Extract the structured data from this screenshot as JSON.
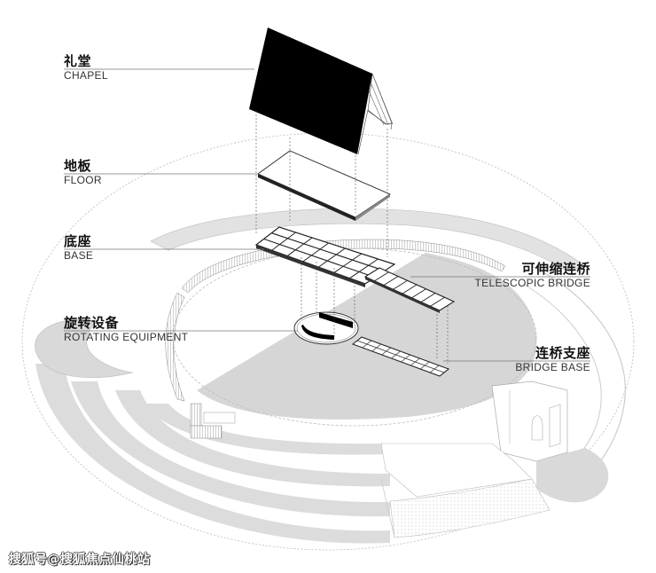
{
  "diagram": {
    "type": "exploded-axonometric",
    "subject": "rotating chapel on circular stage structure",
    "colors": {
      "roof": "#000000",
      "ground_fill": "#d9d9d9",
      "linework": "#444444",
      "leader_line": "#777777"
    },
    "labels": [
      {
        "id": "chapel",
        "zh": "礼堂",
        "en": "CHAPEL",
        "side": "left"
      },
      {
        "id": "floor",
        "zh": "地板",
        "en": "FLOOR",
        "side": "left"
      },
      {
        "id": "base",
        "zh": "底座",
        "en": "BASE",
        "side": "left"
      },
      {
        "id": "rotating",
        "zh": "旋转设备",
        "en": "ROTATING EQUIPMENT",
        "side": "left"
      },
      {
        "id": "telescopic",
        "zh": "可伸缩连桥",
        "en": "TELESCOPIC BRIDGE",
        "side": "right"
      },
      {
        "id": "bridgebase",
        "zh": "连桥支座",
        "en": "BRIDGE BASE",
        "side": "right"
      }
    ]
  },
  "watermark": "搜狐号@搜狐焦点仙桃站"
}
